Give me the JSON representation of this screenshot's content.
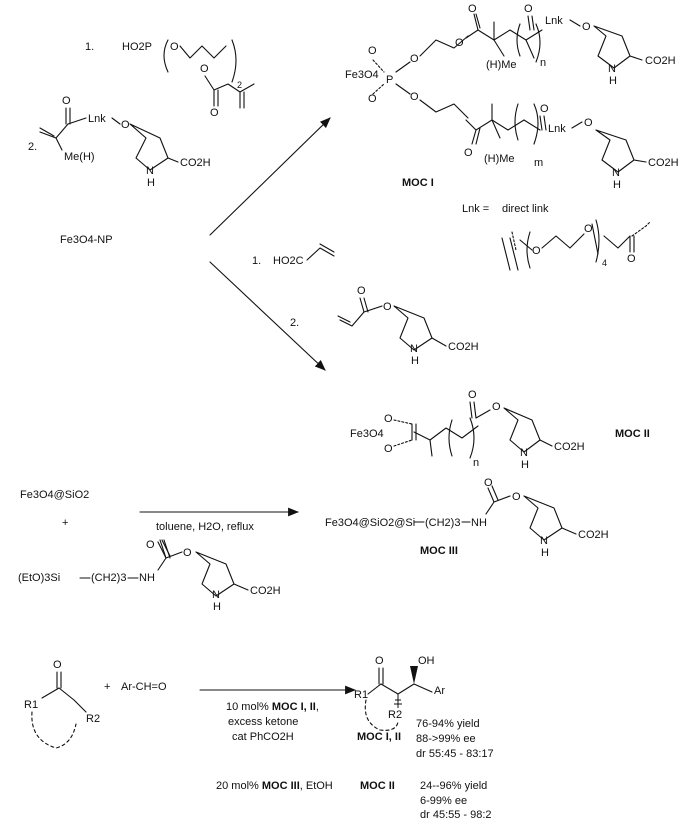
{
  "route1": {
    "step1_num": "1.",
    "step1_reagent": "HO2P",
    "step1_count": "2",
    "step2_num": "2.",
    "step2_lnk": "Lnk",
    "step2_me": "Me(H)",
    "step2_acid": "CO2H",
    "step2_nh": "N",
    "step2_h": "H"
  },
  "start_np": "Fe3O4-NP",
  "moc1": {
    "core": "Fe3O4",
    "p": "P",
    "lnk": "Lnk",
    "hme": "(H)Me",
    "n": "n",
    "m": "m",
    "acid": "CO2H",
    "nh": "N",
    "h": "H",
    "label": "MOC I"
  },
  "lnk_def": {
    "prefix": "Lnk =",
    "direct": "direct link",
    "o": "O",
    "count": "4"
  },
  "route2": {
    "step1_num": "1.",
    "step1_reagent": "HO2C",
    "step2_num": "2.",
    "acid": "CO2H",
    "nh": "N",
    "h": "H"
  },
  "moc2": {
    "core": "Fe3O4",
    "n": "n",
    "acid": "CO2H",
    "nh": "N",
    "h": "H",
    "label": "MOC II"
  },
  "route3": {
    "support": "Fe3O4@SiO2",
    "plus": "+",
    "silane": "(EtO)3Si",
    "chain": "(CH2)3",
    "nh_link": "NH",
    "acid": "CO2H",
    "nh": "N",
    "h": "H",
    "conditions": "toluene, H2O, reflux",
    "product_core": "Fe3O4@SiO2@Si",
    "product_chain": "(CH2)3",
    "product_nh": "NH",
    "product_acid": "CO2H",
    "label": "MOC III"
  },
  "aldol": {
    "r1": "R1",
    "r2": "R2",
    "plus": "+",
    "aldehyde": "Ar-CH=O",
    "cond_line1_pre": "10 mol%",
    "cond_line1_bold": "MOC I, II",
    "cond_line1_post": ",",
    "cond_line2": "excess ketone",
    "cond_line3": "cat PhCO2H",
    "prod_r1": "R1",
    "prod_r2": "R2",
    "prod_oh": "OH",
    "prod_ar": "Ar",
    "res1_label": "MOC I, II",
    "res1_yield": "76-94% yield",
    "res1_ee": "88->99% ee",
    "res1_dr": "dr 55:45 - 83:17",
    "cond2_pre": "20 mol%",
    "cond2_bold": "MOC III",
    "cond2_post": ", EtOH",
    "res2_label": "MOC II",
    "res2_yield": "24--96% yield",
    "res2_ee": "6-99% ee",
    "res2_dr": "dr 45:55 - 98:2"
  }
}
